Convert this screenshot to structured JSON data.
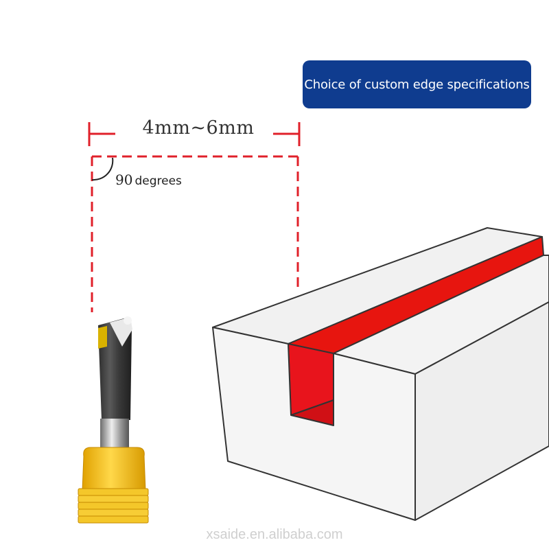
{
  "badge": {
    "text": "Choice of custom edge specifications"
  },
  "dimension": {
    "label": "4mm~6mm"
  },
  "angle": {
    "value": "90",
    "unit": "degrees"
  },
  "watermark": {
    "text": "xsaide.en.alibaba.com"
  },
  "colors": {
    "badge_bg": "#0f3c8f",
    "dimension_line": "#e0202a",
    "groove_fill": "#e8141c",
    "block_outline": "#333333",
    "shank_yellow": "#f3c521"
  }
}
